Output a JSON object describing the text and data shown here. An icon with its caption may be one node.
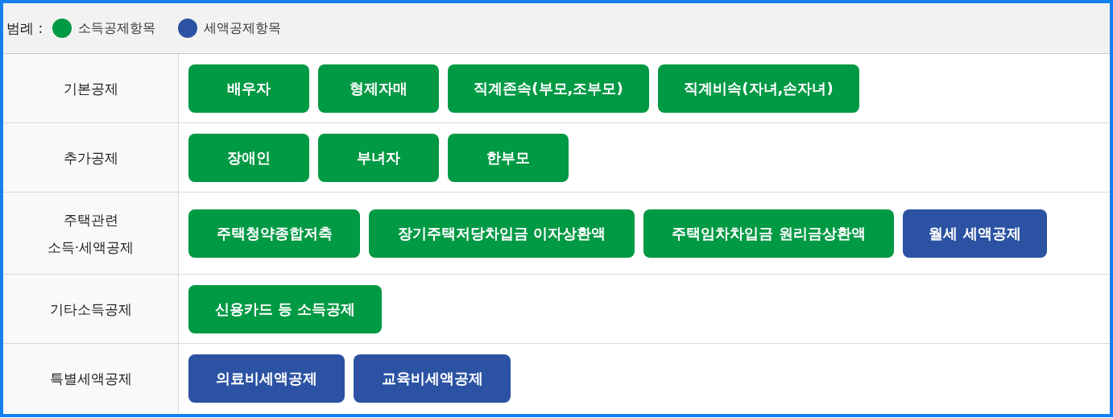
{
  "diagram": {
    "nodes": [
      {
        "text": [
          "배우자"
        ]
      },
      {
        "text": [
          "형제자매"
        ]
      },
      {
        "text": [
          "직계존속(부모,조부모)"
        ]
      },
      {
        "text": [
          "직계비속(자녀,손자녀)"
        ]
      },
      {
        "text": [
          "장애인"
        ]
      },
      {
        "text": [
          "부녀자"
        ]
      },
      {
        "text": [
          "한부모"
        ]
      },
      {
        "text": [
          "주택청약종합저축"
        ]
      },
      {
        "text": [
          "장기주택저당차입금 이자상환액"
        ]
      },
      {
        "text": [
          "주택임차차입금 원리금상환액"
        ]
      },
      {
        "text": [
          "월세 세액공제"
        ]
      },
      {
        "text": [
          "신용카드 등 소득공제"
        ]
      },
      {
        "text": [
          "의료비세액공제"
        ]
      },
      {
        "text": [
          "교육비세액공제"
        ]
      }
    ],
    "labels": [
      "범례 :",
      "기본공제",
      "추가공제",
      "주택관련 소득·세액공제",
      "기타소득공제",
      "특별세액공제"
    ],
    "legend": [
      {
        "text": "소득공제항목",
        "color": "#009944"
      },
      {
        "text": "세액공제항목",
        "color": "#2c53a3"
      }
    ]
  }
}
